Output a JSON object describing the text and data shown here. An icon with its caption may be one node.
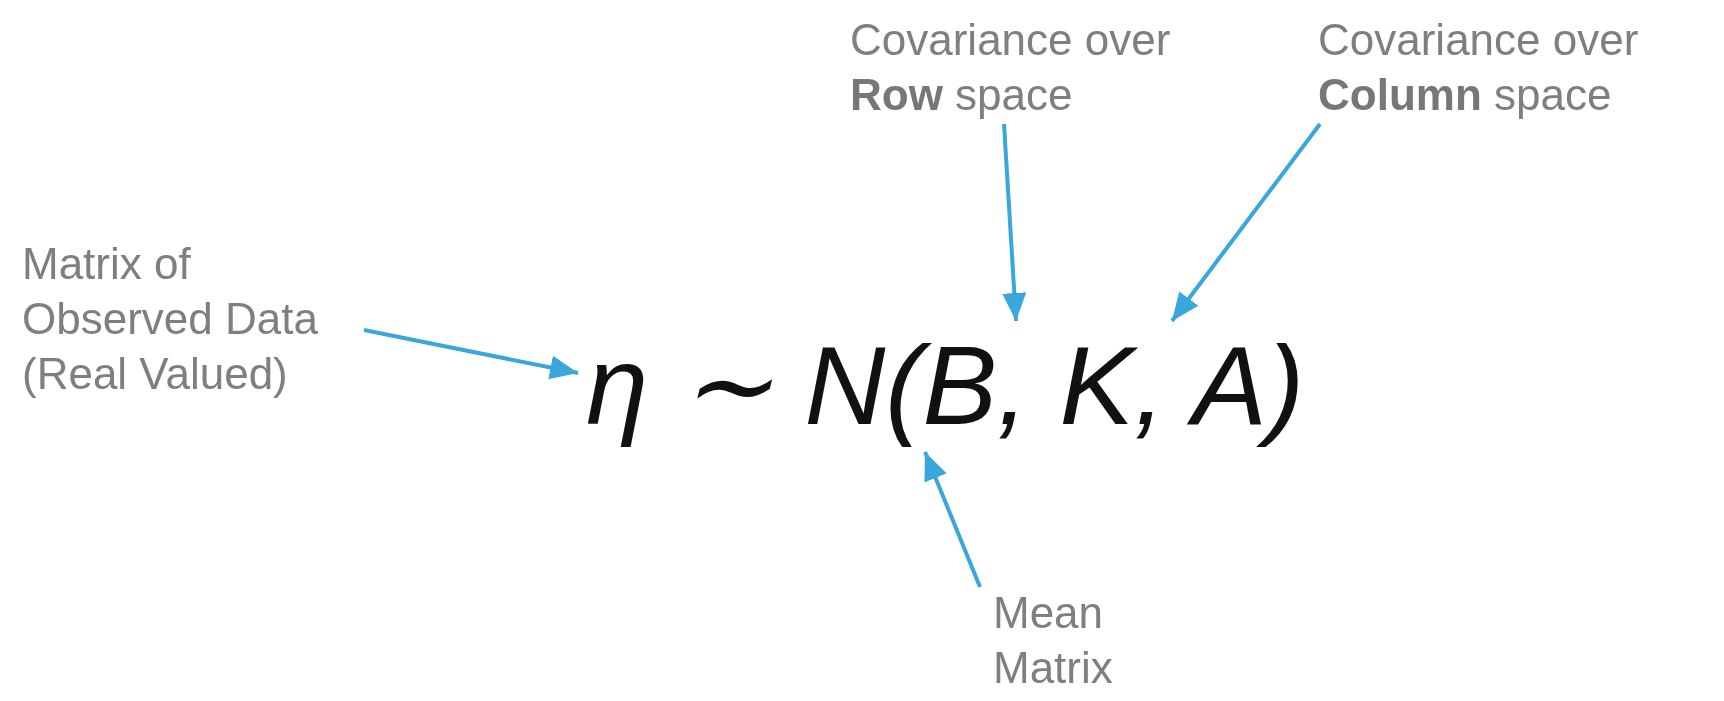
{
  "diagram": {
    "nodes": [
      {
        "text": [
          "Covariance over **Row** space"
        ]
      },
      {
        "text": [
          "Covariance over **Column** space"
        ]
      },
      {
        "text": [
          "Matrix of Observed Data (Real Valued)"
        ]
      },
      {
        "text": [
          "η ∼ N(B, K, A)"
        ]
      },
      {
        "text": [
          "Mean Matrix"
        ]
      }
    ],
    "edges": [
      {
        "from": 0,
        "to": 3,
        "arrow": "to"
      },
      {
        "from": 1,
        "to": 3,
        "arrow": "to"
      },
      {
        "from": 2,
        "to": 3,
        "arrow": "to"
      },
      {
        "from": 4,
        "to": 3,
        "arrow": "to"
      }
    ]
  }
}
